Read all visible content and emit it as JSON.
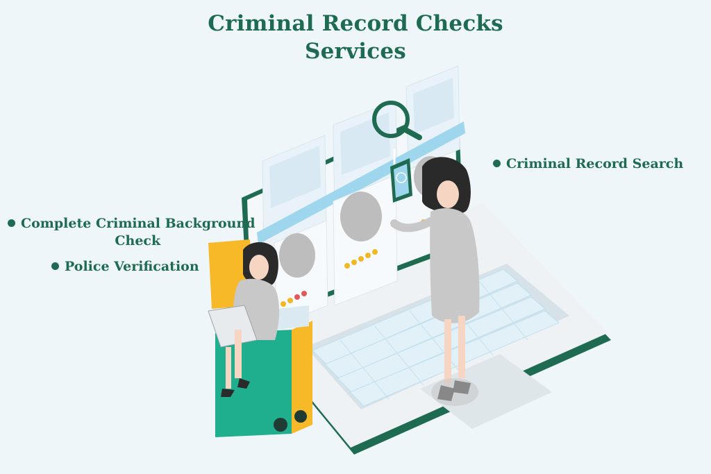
{
  "title": {
    "line1": "Criminal Record Checks",
    "line2": "Services"
  },
  "labels": {
    "search": "Criminal Record Search",
    "background_line1": "Complete Criminal Background",
    "background_line2": "Check",
    "police": "Police Verification"
  },
  "colors": {
    "brand_green": "#1f6b52",
    "teal": "#1fae8e",
    "yellow": "#f7b928",
    "background": "#eef6f9",
    "laptop_grey": "#e7ecef",
    "key_blue": "#e2f1f8",
    "screen_blue": "#9ed6ee",
    "star_yellow": "#f2b824"
  },
  "icons": [
    "magnifier-icon",
    "star-icon",
    "tablet-icon"
  ]
}
